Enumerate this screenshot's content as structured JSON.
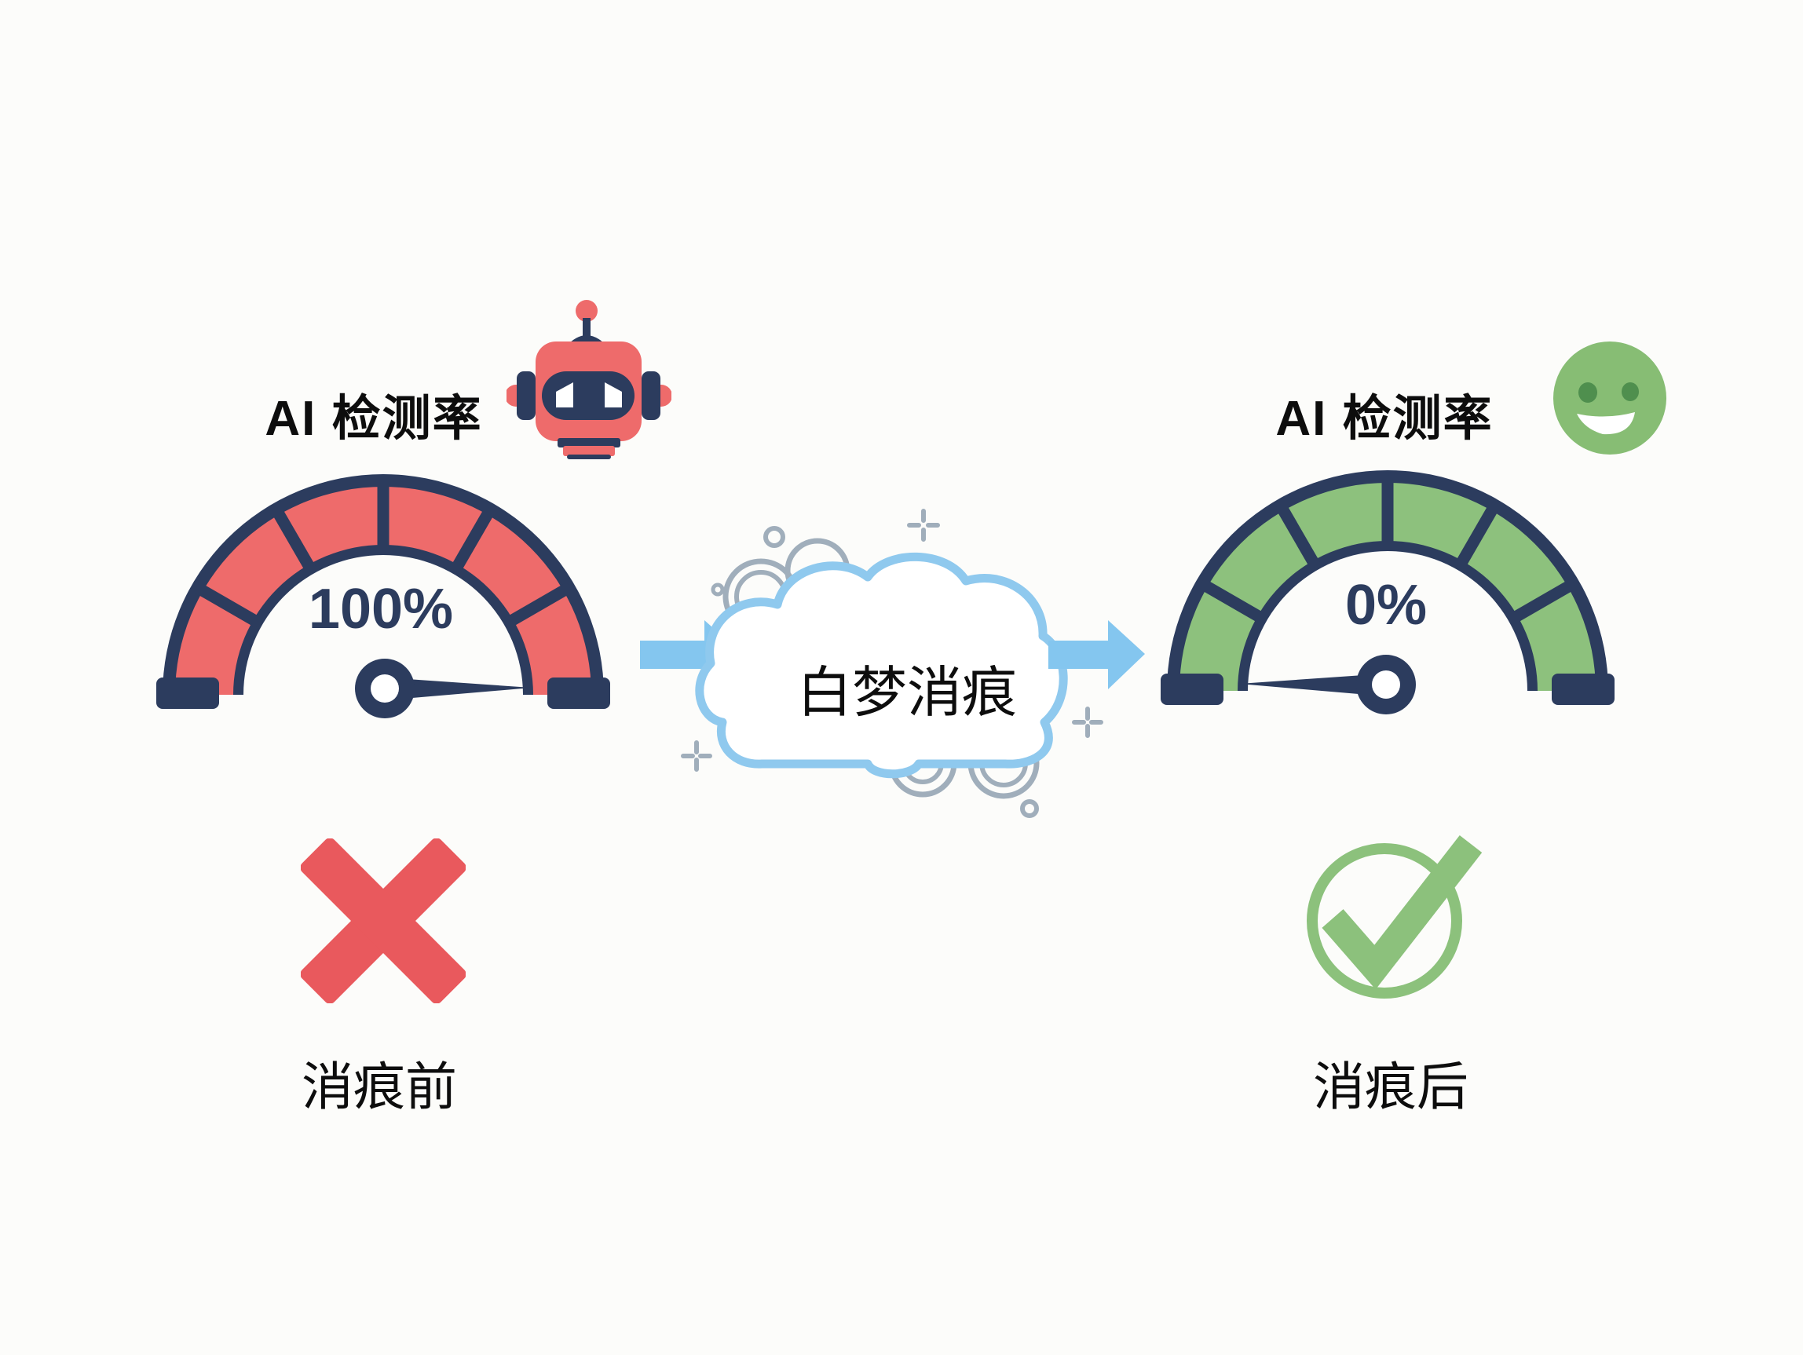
{
  "colors": {
    "background": "#fcfcfa",
    "navy": "#2c3c5e",
    "red": "#ee6b6b",
    "red_x": "#e9595d",
    "green": "#8dc17d",
    "green_check": "#8cc17c",
    "face_green": "#87bd74",
    "face_green_dark": "#4f8f4e",
    "arrow_blue": "#84c6ef",
    "cloud_blue": "#8fc9ee",
    "ring_gray": "#a0aebb",
    "ink": "#0d0d0d"
  },
  "before": {
    "title": "AI 检测率",
    "gauge_value": "100%",
    "caption": "消痕前"
  },
  "process": {
    "label": "白梦消痕"
  },
  "after": {
    "title": "AI 检测率",
    "gauge_value": "0%",
    "caption": "消痕后"
  },
  "icons": {
    "before_mascot": "robot-icon",
    "before_status": "x-mark-icon",
    "after_mascot": "smiley-face-icon",
    "after_status": "check-circle-icon",
    "flow_left": "arrow-right-icon",
    "flow_right": "arrow-right-icon",
    "decorations": [
      "bubble-rings",
      "sparkle-plus"
    ]
  },
  "chart_data": {
    "type": "gauge-comparison",
    "gauges": [
      {
        "title": "AI 检测率",
        "caption": "消痕前",
        "value_percent": 100,
        "value_label": "100%",
        "band_color": "#ee6b6b",
        "needle": "points-right-to-max"
      },
      {
        "title": "AI 检测率",
        "caption": "消痕后",
        "value_percent": 0,
        "value_label": "0%",
        "band_color": "#8dc17d",
        "needle": "points-left-to-min"
      }
    ],
    "transform_label": "白梦消痕",
    "segments_per_gauge": 6
  }
}
